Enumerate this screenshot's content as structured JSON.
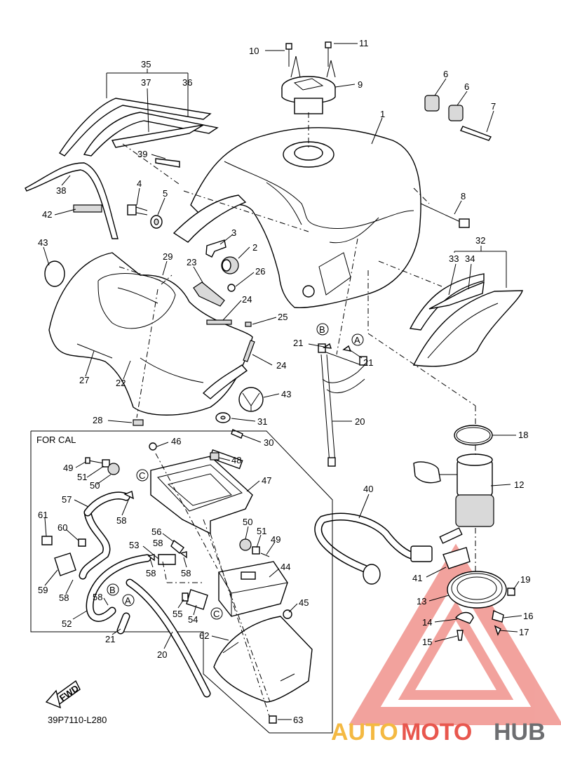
{
  "diagram": {
    "code": "39P7110-L280",
    "inset_title": "FOR CAL",
    "fwd_label": "FWD",
    "circle_labels": [
      "A",
      "B",
      "C"
    ],
    "part_labels": [
      "1",
      "2",
      "3",
      "4",
      "5",
      "6",
      "7",
      "8",
      "9",
      "10",
      "11",
      "12",
      "13",
      "14",
      "15",
      "16",
      "17",
      "18",
      "19",
      "20",
      "21",
      "22",
      "23",
      "24",
      "25",
      "26",
      "27",
      "28",
      "29",
      "30",
      "31",
      "32",
      "33",
      "34",
      "35",
      "36",
      "37",
      "38",
      "39",
      "40",
      "41",
      "42",
      "43",
      "44",
      "45",
      "46",
      "47",
      "48",
      "49",
      "50",
      "51",
      "52",
      "53",
      "54",
      "55",
      "56",
      "57",
      "58",
      "59",
      "60",
      "61",
      "62",
      "63"
    ]
  },
  "watermark": {
    "part1": "AUTO",
    "part2": "MOTO",
    "part3": "HUB",
    "color1": "#f4b942",
    "color2": "#e8574e",
    "color3": "#6d6e71"
  }
}
